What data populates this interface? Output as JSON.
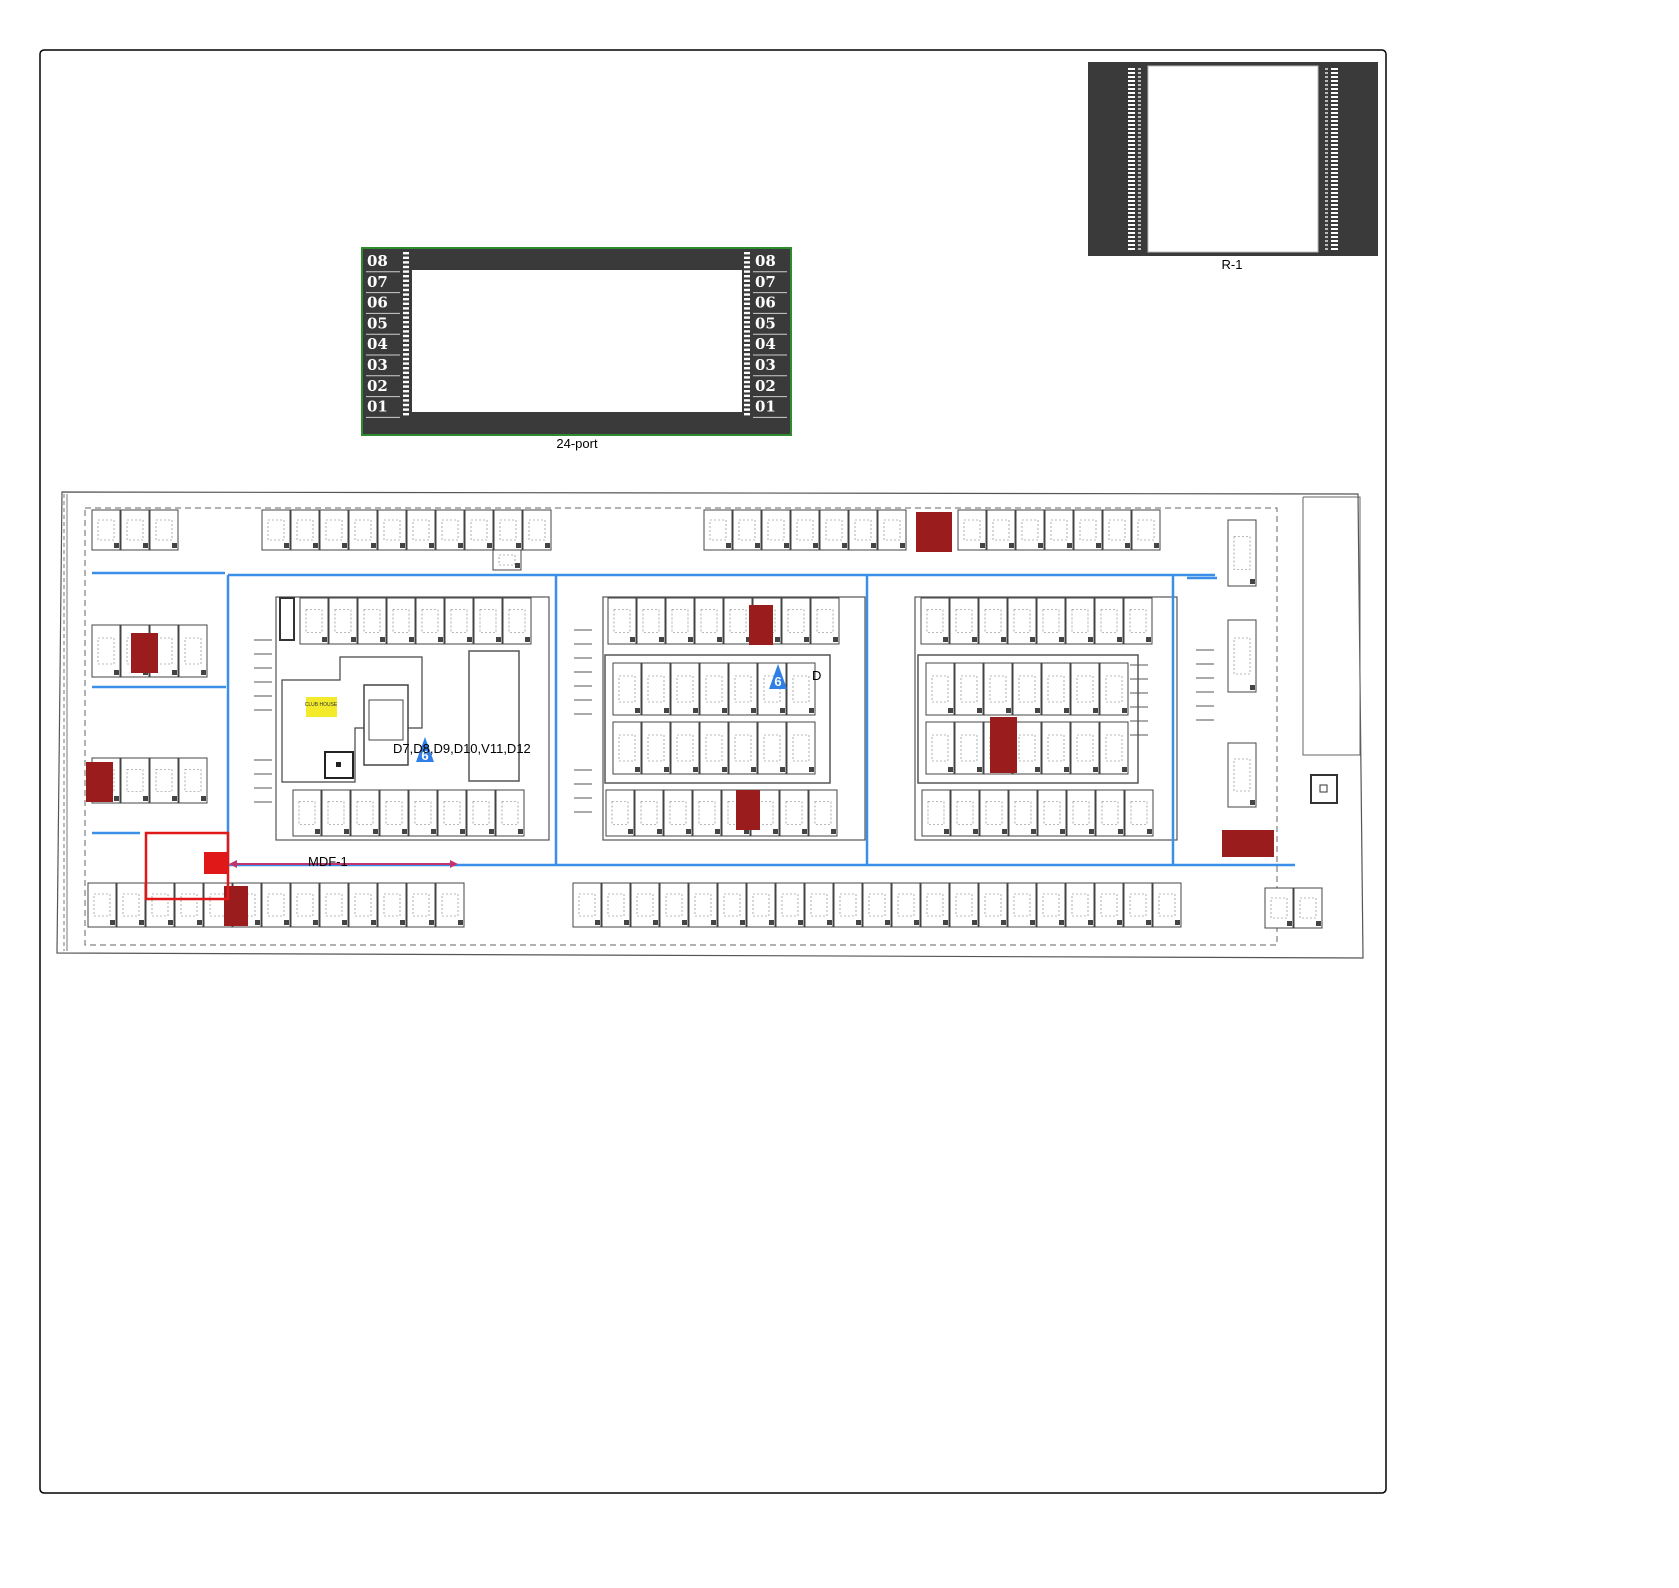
{
  "panels": {
    "patch_panel": {
      "caption": "24-port",
      "port_labels_left": [
        "08",
        "07",
        "06",
        "05",
        "04",
        "03",
        "02",
        "01"
      ],
      "port_labels_right": [
        "08",
        "07",
        "06",
        "05",
        "04",
        "03",
        "02",
        "01"
      ]
    },
    "rack": {
      "caption": "R-1"
    }
  },
  "floorplan": {
    "mdf_label": "MDF-1",
    "access_points": [
      {
        "id": "ap-clubhouse",
        "number": "6",
        "drops_label": "D7,D8,D9,D10,V11,D12"
      },
      {
        "id": "ap-center",
        "number": "6",
        "drops_label": "D"
      }
    ],
    "clubhouse_label": "CLUB HOUSE",
    "colors": {
      "cable_run": "#3b8fe8",
      "highlight_unit": "#9b1c1c",
      "mdf_box": "#e01818",
      "mdf_link": "#c0336e",
      "patch_panel_border": "#2e8b2e",
      "panel_fill": "#3a3a3a",
      "ap_marker": "#2f7fe6"
    }
  }
}
